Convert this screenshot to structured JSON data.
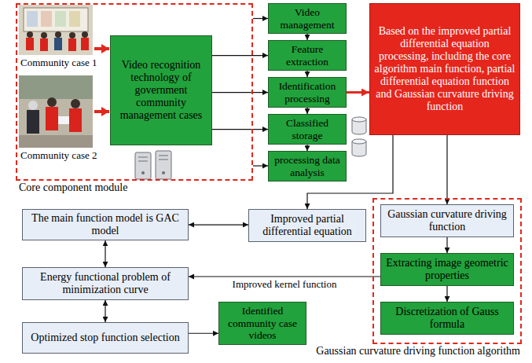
{
  "diagram": {
    "nodes": [
      {
        "text": [
          "Core component module"
        ]
      },
      {
        "text": [
          "Video recognition technology of government community management cases"
        ],
        "in": 0
      },
      {
        "text": [
          "Video management"
        ]
      },
      {
        "text": [
          "Feature extraction"
        ]
      },
      {
        "text": [
          "Identification processing"
        ]
      },
      {
        "text": [
          "Classified storage"
        ]
      },
      {
        "text": [
          "processing data analysis"
        ]
      },
      {
        "text": [
          "Based on the improved partial differential equation processing, including the core algorithm main function, partial differential equation function and Gaussian curvature driving function"
        ]
      },
      {
        "text": [
          "The main function model is GAC model"
        ]
      },
      {
        "text": [
          "Improved partial differential equation"
        ]
      },
      {
        "text": [
          "Energy functional problem of minimization curve"
        ]
      },
      {
        "text": [
          "Optimized stop function selection"
        ]
      },
      {
        "text": [
          "Identified community case videos"
        ]
      },
      {
        "text": [
          "Gaussian curvature driving function algorithm"
        ]
      },
      {
        "text": [
          "Gaussian curvature driving function"
        ],
        "in": 13
      },
      {
        "text": [
          "Extracting image geometric properties"
        ],
        "in": 13
      },
      {
        "text": [
          "Discretization of Gauss formula"
        ],
        "in": 13
      }
    ],
    "edges": [
      {
        "from": 0,
        "to": 2,
        "arrow": "to"
      },
      {
        "from": 0,
        "to": 6,
        "arrow": "to"
      },
      {
        "from": 1,
        "to": 3,
        "arrow": "to"
      },
      {
        "from": 1,
        "to": 4,
        "arrow": "to"
      },
      {
        "from": 1,
        "to": 5,
        "arrow": "to"
      },
      {
        "from": 2,
        "to": 3,
        "arrow": "to"
      },
      {
        "from": 3,
        "to": 4,
        "arrow": "to"
      },
      {
        "from": 4,
        "to": 5,
        "arrow": "to"
      },
      {
        "from": 5,
        "to": 6,
        "arrow": "to"
      },
      {
        "from": 4,
        "to": 7,
        "arrow": "to"
      },
      {
        "from": 7,
        "to": 14,
        "arrow": "to"
      },
      {
        "from": 7,
        "to": 9,
        "arrow": "to"
      },
      {
        "from": 8,
        "to": 9,
        "arrow": "both"
      },
      {
        "from": 8,
        "to": 10,
        "arrow": "both"
      },
      {
        "from": 10,
        "to": 11,
        "arrow": "both"
      },
      {
        "from": 15,
        "to": 10,
        "label": "Improved kernel function",
        "arrow": "to"
      },
      {
        "from": 11,
        "to": 12,
        "arrow": "to"
      },
      {
        "from": 14,
        "to": 15,
        "arrow": "to"
      },
      {
        "from": 15,
        "to": 16,
        "arrow": "to"
      }
    ],
    "labels": [
      "Community case 1",
      "Community case 2"
    ]
  }
}
